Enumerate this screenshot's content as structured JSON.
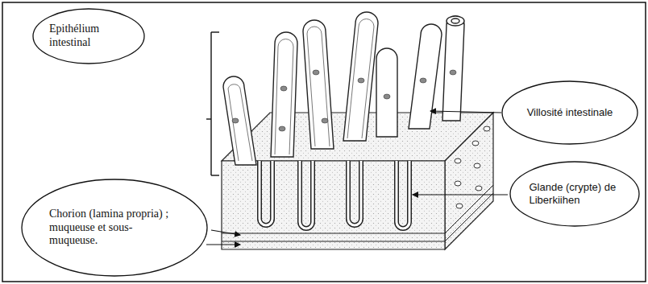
{
  "diagram": {
    "nodes": [
      {
        "text": [
          "Epithélium intestinal"
        ]
      },
      {
        "text": [
          "Villosité intestinale"
        ]
      },
      {
        "text": [
          "Chorion (lamina propria) ; muqueuse et sous-muqueuse."
        ]
      },
      {
        "text": [
          "Glande (crypte) de Liberkiihen"
        ]
      }
    ]
  }
}
